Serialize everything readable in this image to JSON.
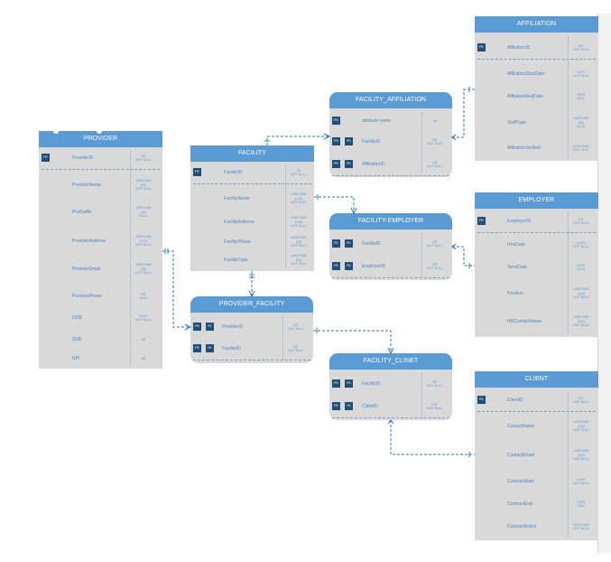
{
  "tables": {
    "provider": {
      "title": "PROVIDER",
      "rows": [
        {
          "key": "PK",
          "name": "ProviderID",
          "type": "INT\nNOT NULL"
        },
        {
          "key": "",
          "name": "ProviderName",
          "type": "VARCHAR\n(50)\nNOT NULL"
        },
        {
          "key": "",
          "name": "ProfSuffix",
          "type": "VARCHAR\n(10)\nNULL"
        },
        {
          "key": "",
          "name": "ProviderAddress",
          "type": "VARCHAR\n(100)\nNOT NULL"
        },
        {
          "key": "",
          "name": "ProviderEmail",
          "type": "VARCHAR\n(50)\nNOT NULL"
        },
        {
          "key": "",
          "name": "ProviderPhone",
          "type": "INT\nNULL"
        },
        {
          "key": "",
          "name": "DOB",
          "type": "DATE\nNOT NULL"
        },
        {
          "key": "",
          "name": "SSN",
          "type": "INt"
        },
        {
          "key": "",
          "name": "NPI",
          "type": "INt"
        }
      ]
    },
    "facility": {
      "title": "FACILITY",
      "rows": [
        {
          "key": "PK",
          "name": "FacilityID",
          "type": "INt\nNOT NULL"
        },
        {
          "key": "",
          "name": "FacilityName",
          "type": "VARCHAR\n(100)\nNOT NULL"
        },
        {
          "key": "",
          "name": "FacilityAddress",
          "type": "VARCHAR\n(100)\nNOT NULL"
        },
        {
          "key": "",
          "name": "FacilityPhone",
          "type": "VARCHAR\n(50)\nNOT NULL"
        },
        {
          "key": "",
          "name": "FacilityType",
          "type": "VARCHAR\n(50)\nNOT NULL"
        }
      ]
    },
    "provider_facility": {
      "title": "PROVIDER_FACILITY",
      "rows": [
        {
          "key": "PK",
          "name": "ProviderID",
          "type": "INT\nNOT NULL"
        },
        {
          "key": "PK",
          "name": "FacilityID",
          "type": "INT\nNOT NULL"
        }
      ]
    },
    "facility_affiliation": {
      "title": "FACILITY_AFFILIATION",
      "rows": [
        {
          "key": "PK",
          "name": "attribute name",
          "type": "Int"
        },
        {
          "key": "PK",
          "name": "FacilityID",
          "type": "INT\nNOT NULL"
        },
        {
          "key": "PK",
          "name": "AffiliationID",
          "type": "INT\nNOT NULL"
        }
      ]
    },
    "facility_employer": {
      "title": "FACILITY-EMPLOYER",
      "rows": [
        {
          "key": "PK",
          "name": "FacilityID",
          "type": "INT\nNOT NULL"
        },
        {
          "key": "PK",
          "name": "EmployerID",
          "type": "INT\nNOT NULL"
        }
      ]
    },
    "facility_clinet": {
      "title": "FACILITY_CLINET",
      "rows": [
        {
          "key": "PK",
          "name": "FacilityID",
          "type": "INT\nNOT NULL"
        },
        {
          "key": "PK",
          "name": "ClientID",
          "type": "INT\nNOT NULL"
        }
      ]
    },
    "affiliation": {
      "title": "AFFILIATION",
      "rows": [
        {
          "key": "PK",
          "name": "AffiliationID",
          "type": "INT\nNOT NULL"
        },
        {
          "key": "",
          "name": "AffiliationStartDate",
          "type": "DATE\nNOT NULL"
        },
        {
          "key": "",
          "name": "AffiliationEndDate",
          "type": "DATE\nNULL"
        },
        {
          "key": "",
          "name": "StaffType",
          "type": "VARCHAR\n(50)\nNULL"
        },
        {
          "key": "",
          "name": "AffiliationVerified",
          "type": "BOOLEAN\nNOT NULL"
        }
      ]
    },
    "employer": {
      "title": "EMPLOYER",
      "rows": [
        {
          "key": "PK",
          "name": "EmployerID",
          "type": "INT\nNOT NULL"
        },
        {
          "key": "",
          "name": "HireDate",
          "type": "DATE\nNOT NULL"
        },
        {
          "key": "",
          "name": "TermDate",
          "type": "DATE\nNULL"
        },
        {
          "key": "",
          "name": "Position",
          "type": "VARCHAR\n(100)\nNOT NULL"
        },
        {
          "key": "",
          "name": "HRContactName",
          "type": "VARCHAR\n(100)\nNOT NULL"
        }
      ]
    },
    "client": {
      "title": "CLIENT",
      "rows": [
        {
          "key": "PK",
          "name": "ClientID",
          "type": "INT\nNOT NULL"
        },
        {
          "key": "",
          "name": "ContactName",
          "type": "VARCHAR\n(100)\nNOT NULL"
        },
        {
          "key": "",
          "name": "ContactEmail",
          "type": "VARCHAR\n(100)\nNOT NULL"
        },
        {
          "key": "",
          "name": "ContractStart",
          "type": "DATE\nNOT NULL"
        },
        {
          "key": "",
          "name": "ContractEnd",
          "type": "DATE\nNULL"
        },
        {
          "key": "",
          "name": "ContractActive",
          "type": "BOOLEAN\nNOT NULL"
        }
      ]
    }
  },
  "colors": {
    "header": "#5b9bd5",
    "body": "#d9d9d9",
    "pk": "#1f4e79",
    "text": "#4a86c5",
    "line": "#2e75b6"
  }
}
